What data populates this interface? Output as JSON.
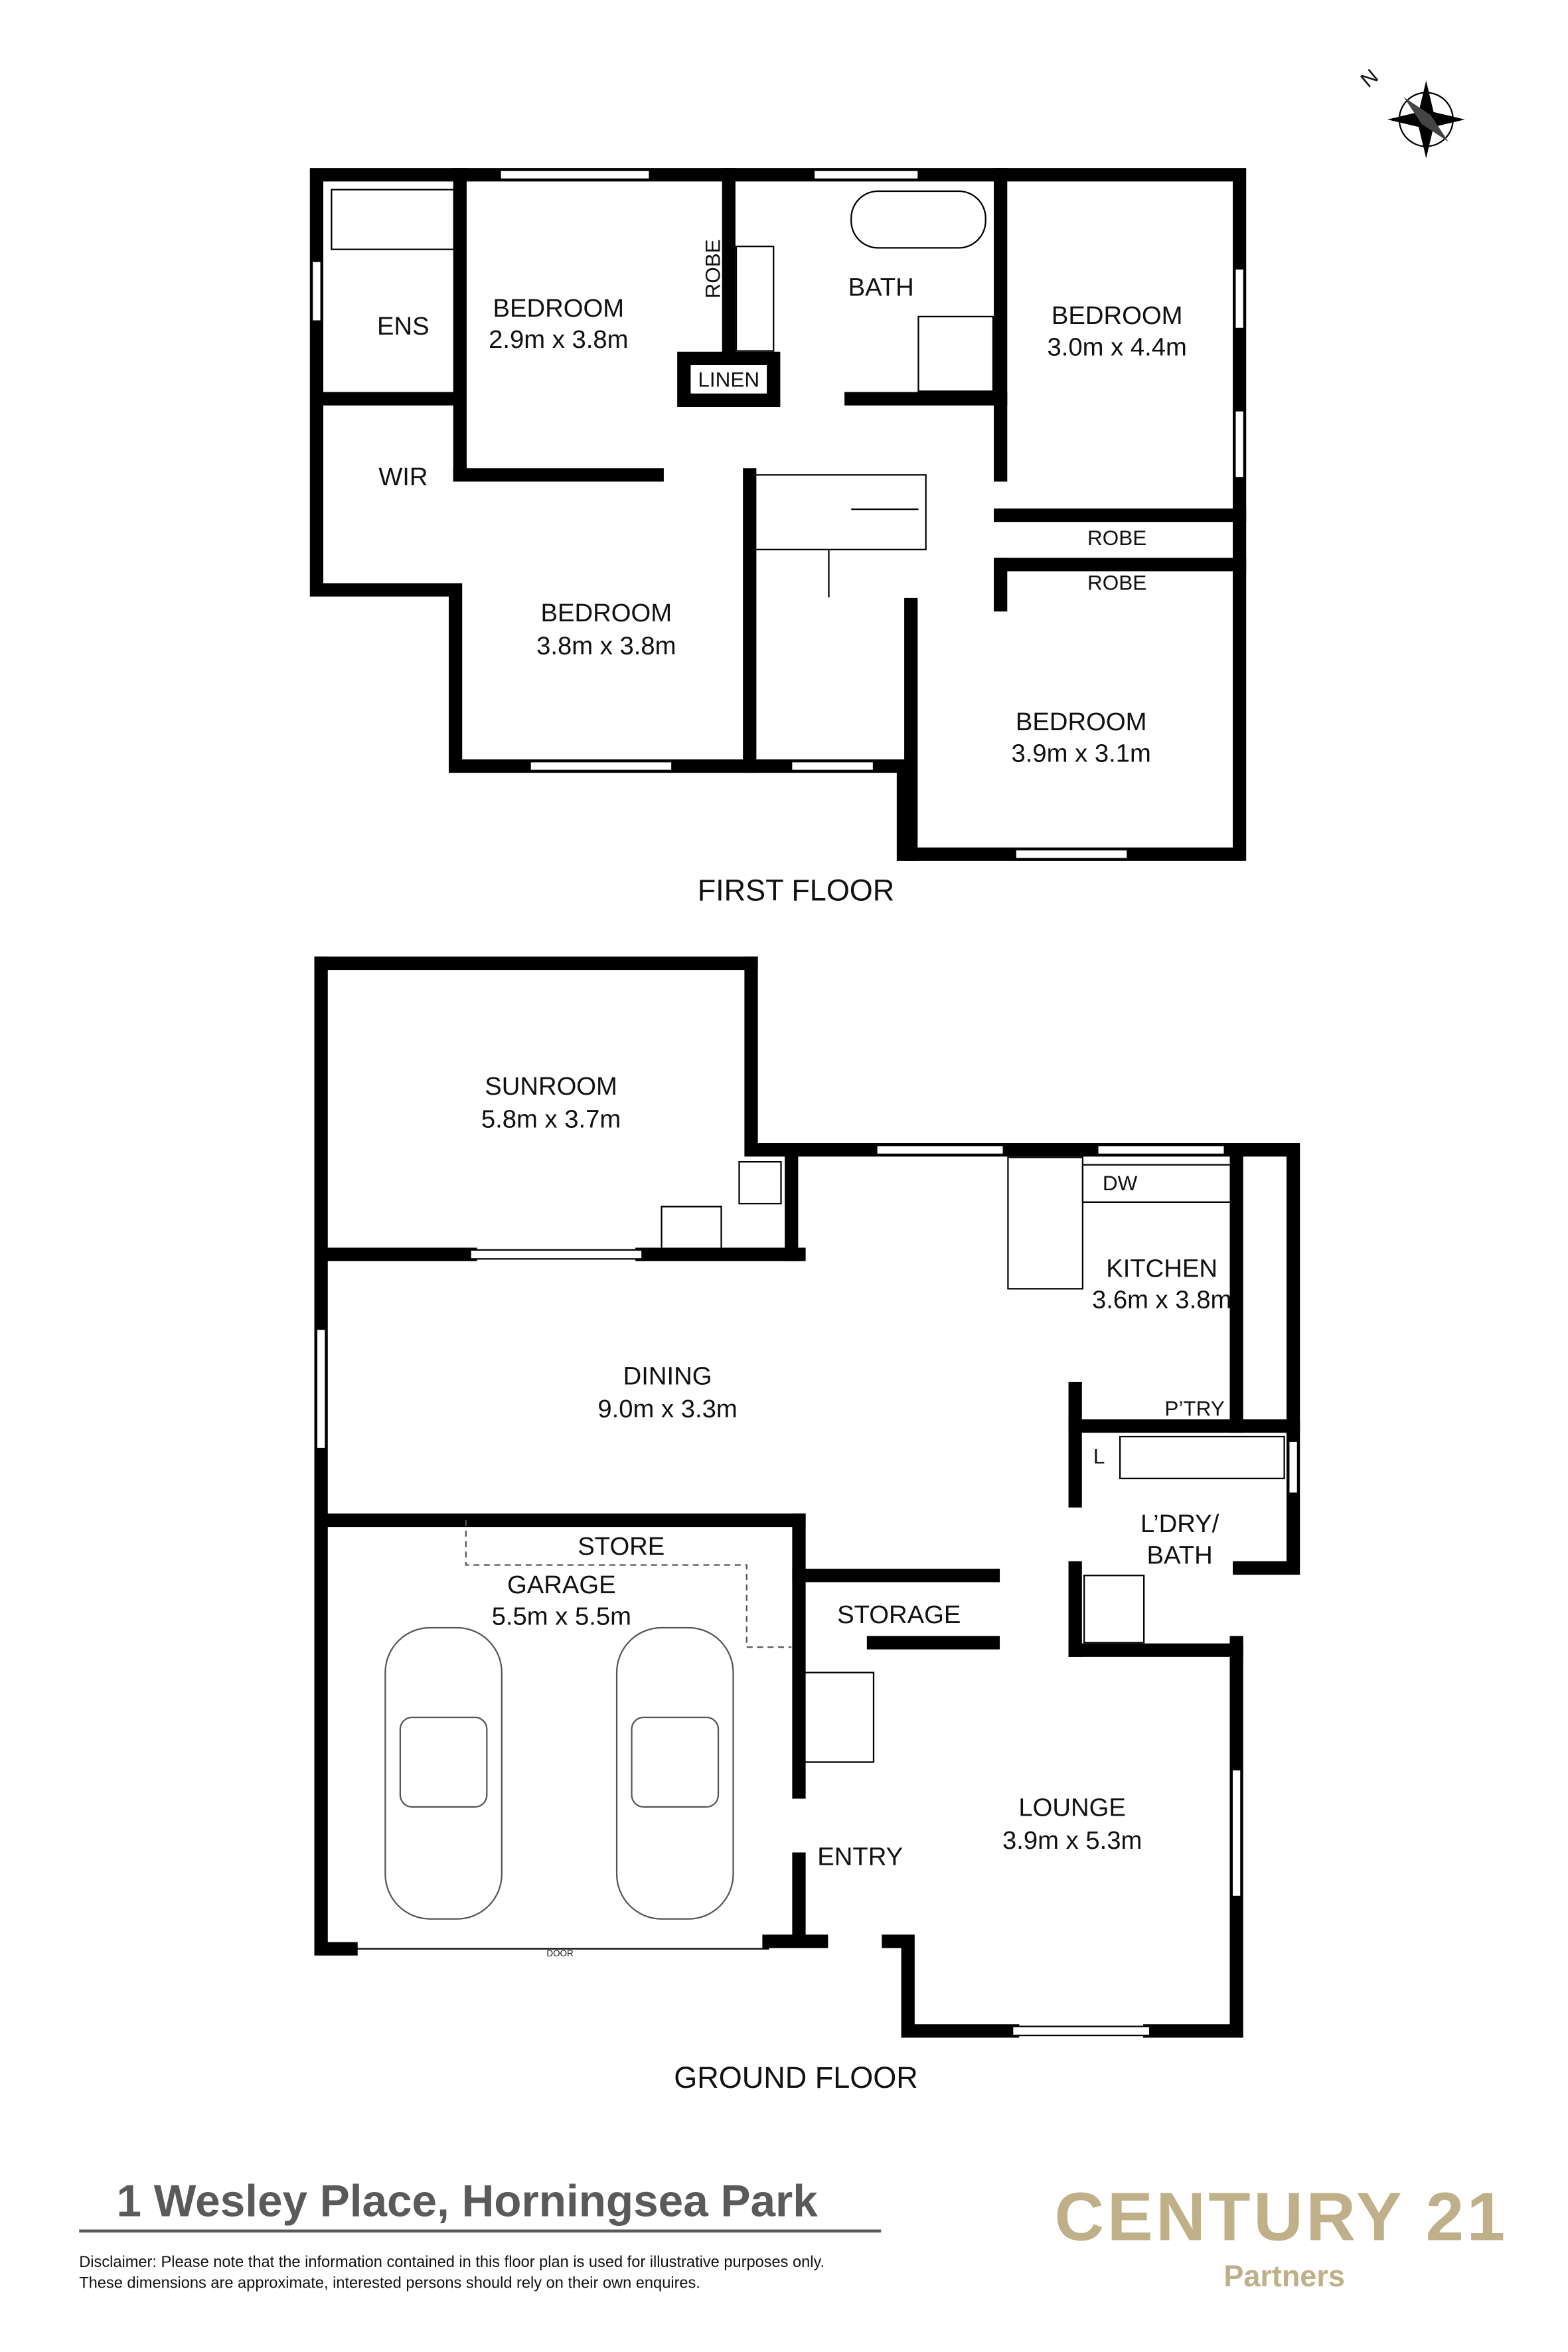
{
  "first_floor": {
    "title": "FIRST FLOOR",
    "rooms": {
      "ens": "ENS",
      "wir": "WIR",
      "bedroom1_name": "BEDROOM",
      "bedroom1_size": "2.9m x 3.8m",
      "robe1": "ROBE",
      "linen": "LINEN",
      "bath": "BATH",
      "bedroom2_name": "BEDROOM",
      "bedroom2_size": "3.0m x 4.4m",
      "robe2": "ROBE",
      "robe3": "ROBE",
      "bedroom3_name": "BEDROOM",
      "bedroom3_size": "3.8m x 3.8m",
      "bedroom4_name": "BEDROOM",
      "bedroom4_size": "3.9m x 3.1m"
    }
  },
  "ground_floor": {
    "title": "GROUND FLOOR",
    "rooms": {
      "sunroom_name": "SUNROOM",
      "sunroom_size": "5.8m x 3.7m",
      "dw": "DW",
      "kitchen_name": "KITCHEN",
      "kitchen_size": "3.6m x 3.8m",
      "pantry": "P’TRY",
      "linen": "L",
      "dining_name": "DINING",
      "dining_size": "9.0m x 3.3m",
      "laundry_line1": "L’DRY/",
      "laundry_line2": "BATH",
      "store": "STORE",
      "garage_name": "GARAGE",
      "garage_size": "5.5m x 5.5m",
      "storage": "STORAGE",
      "lounge_name": "LOUNGE",
      "lounge_size": "3.9m x 5.3m",
      "entry": "ENTRY",
      "door": "DOOR"
    }
  },
  "compass": {
    "north_label": "N"
  },
  "footer": {
    "address": "1 Wesley Place, Horningsea Park",
    "disclaimer_line1": "Disclaimer: Please note that the information contained in this floor plan is used for illustrative purposes only.",
    "disclaimer_line2": "These dimensions are approximate, interested persons should rely on their own enquires.",
    "brand": "CENTURY 21",
    "brand_sub": "Partners",
    "brand_color": "#bfb08a"
  }
}
